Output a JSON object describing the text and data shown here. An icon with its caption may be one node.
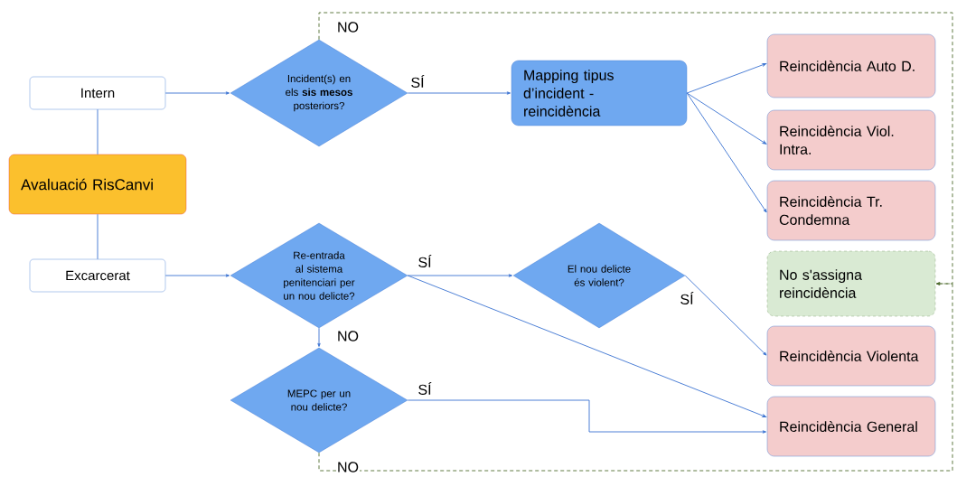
{
  "diagram": {
    "nodes": [
      {
        "text": [
          "Intern"
        ]
      },
      {
        "text": [
          "Avaluació RisCanvi"
        ]
      },
      {
        "text": [
          "Excarcerat"
        ]
      },
      {
        "text": [
          "Incident(s) en els **sis mesos** posteriors?"
        ]
      },
      {
        "text": [
          "Re-entrada al sistema penitenciari per un nou delicte?"
        ]
      },
      {
        "text": [
          "MEPC per un nou delicte?"
        ]
      },
      {
        "text": [
          "Mapping tipus d’incident - reincidència"
        ]
      },
      {
        "text": [
          "El nou delicte és violent?"
        ]
      },
      {
        "text": [
          "Reincidència Auto D."
        ]
      },
      {
        "text": [
          "Reincidència Viol. Intra."
        ]
      },
      {
        "text": [
          "Reincidència Tr. Condemna"
        ]
      },
      {
        "text": [
          "No s'assigna reincidència"
        ]
      },
      {
        "text": [
          "Reincidència Violenta"
        ]
      },
      {
        "text": [
          "Reincidència General"
        ]
      }
    ],
    "edges": [
      {
        "from": 0,
        "to": 1,
        "arrow": "none"
      },
      {
        "from": 1,
        "to": 2,
        "arrow": "none"
      },
      {
        "from": 0,
        "to": 3,
        "arrow": "to"
      },
      {
        "from": 2,
        "to": 4,
        "arrow": "to"
      },
      {
        "from": 3,
        "to": 6,
        "arrow": "to",
        "label": "SÍ"
      },
      {
        "from": 4,
        "to": 7,
        "arrow": "to",
        "label": "SÍ"
      },
      {
        "from": 4,
        "to": 5,
        "arrow": "to",
        "label": "NO"
      },
      {
        "from": 4,
        "to": 13,
        "arrow": "to"
      },
      {
        "from": 5,
        "to": 13,
        "arrow": "to",
        "label": "SÍ"
      },
      {
        "from": 7,
        "to": 12,
        "arrow": "to",
        "label": "SÍ"
      },
      {
        "from": 6,
        "to": 8,
        "arrow": "to"
      },
      {
        "from": 6,
        "to": 9,
        "arrow": "to"
      },
      {
        "from": 6,
        "to": 10,
        "arrow": "to"
      },
      {
        "from": 3,
        "to": 11,
        "arrow": "to",
        "label": "NO",
        "style": "dashed",
        "color": "#4e6b2e"
      },
      {
        "from": 5,
        "to": 11,
        "arrow": "to",
        "label": "NO",
        "style": "dashed",
        "color": "#4e6b2e"
      }
    ]
  }
}
